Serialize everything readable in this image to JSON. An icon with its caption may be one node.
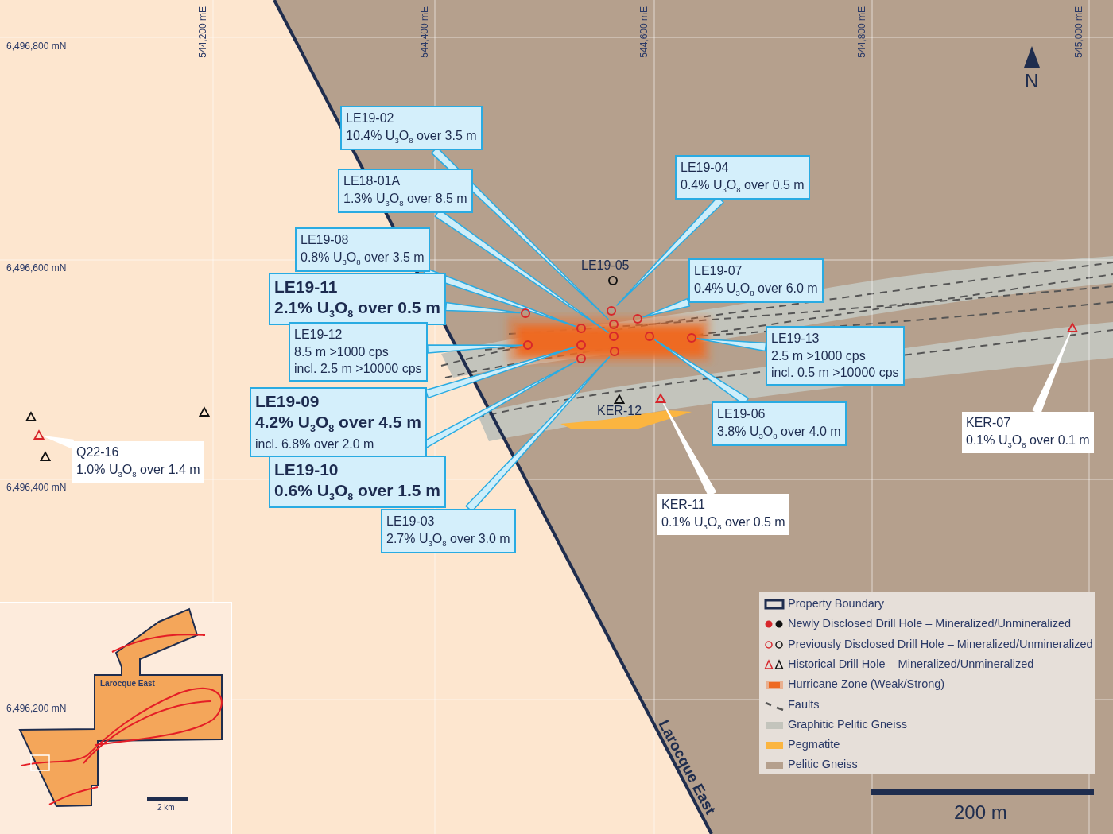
{
  "diagram": {
    "nodes": [
      {
        "text": [
          "LE19-02",
          "10.4% U$_{3}$O$_{8}$ over 3.5 m"
        ]
      },
      {
        "text": [
          "LE18-01A",
          "1.3% U$_{3}$O$_{8}$ over 8.5 m"
        ]
      },
      {
        "text": [
          "LE19-08",
          "0.8% U$_{3}$O$_{8}$ over 3.5 m"
        ]
      },
      {
        "text": [
          "LE19-11",
          "2.1% U$_{3}$O$_{8}$ over 0.5 m"
        ]
      },
      {
        "text": [
          "LE19-12",
          "8.5 m >1000 cps",
          "incl. 2.5 m >10000 cps"
        ]
      },
      {
        "text": [
          "LE19-09",
          "4.2% U$_{3}$O$_{8}$ over 4.5 m",
          "incl. 6.8% over 2.0 m"
        ]
      },
      {
        "text": [
          "LE19-10",
          "0.6% U$_{3}$O$_{8}$ over 1.5 m"
        ]
      },
      {
        "text": [
          "LE19-03",
          "2.7% U$_{3}$O$_{8}$ over 3.0 m"
        ]
      },
      {
        "text": [
          "LE19-04",
          "0.4% U$_{3}$O$_{8}$ over 0.5 m"
        ]
      },
      {
        "text": [
          "LE19-07",
          "0.4% U$_{3}$O$_{8}$ over 6.0 m"
        ]
      },
      {
        "text": [
          "LE19-13",
          "2.5 m >1000 cps",
          "incl. 0.5 m >10000 cps"
        ]
      },
      {
        "text": [
          "LE19-06",
          "3.8% U$_{3}$O$_{8}$ over 4.0 m"
        ]
      },
      {
        "text": [
          "KER-11",
          "0.1% U$_{3}$O$_{8}$ over 0.5 m"
        ]
      },
      {
        "text": [
          "KER-07",
          "0.1% U$_{3}$O$_{8}$ over 0.1 m"
        ]
      },
      {
        "text": [
          "Q22-16",
          "1.0% U$_{3}$O$_{8}$ over 1.4 m"
        ]
      },
      {
        "text": [],
        "shape": "circle"
      },
      {
        "text": [],
        "shape": "circle"
      },
      {
        "text": [],
        "shape": "circle"
      },
      {
        "text": [],
        "shape": "circle"
      },
      {
        "text": [],
        "shape": "circle"
      },
      {
        "text": [],
        "shape": "circle"
      },
      {
        "text": [],
        "shape": "circle"
      },
      {
        "text": [],
        "shape": "circle"
      },
      {
        "text": [],
        "shape": "circle"
      },
      {
        "text": [],
        "shape": "circle"
      },
      {
        "text": [],
        "shape": "circle"
      },
      {
        "text": [],
        "shape": "circle"
      },
      {
        "text": [],
        "shape": "circle",
        "beside": [
          "LE19-05"
        ]
      },
      {
        "text": [],
        "shape": "triangle"
      },
      {
        "text": [],
        "shape": "triangle"
      },
      {
        "text": [],
        "shape": "triangle"
      },
      {
        "text": [],
        "shape": "triangle"
      },
      {
        "text": [],
        "shape": "triangle",
        "beside": [
          "KER-12"
        ]
      },
      {
        "text": [],
        "shape": "triangle"
      },
      {
        "text": [],
        "shape": "triangle"
      }
    ],
    "edges": [
      {
        "from": 0,
        "to": 21,
        "arrow": "none"
      },
      {
        "from": 1,
        "to": 22,
        "arrow": "none"
      },
      {
        "from": 2,
        "to": 17,
        "arrow": "none"
      },
      {
        "from": 3,
        "to": 15,
        "arrow": "none"
      },
      {
        "from": 4,
        "to": 16,
        "arrow": "none"
      },
      {
        "from": 5,
        "to": 18,
        "arrow": "none"
      },
      {
        "from": 6,
        "to": 19,
        "arrow": "none"
      },
      {
        "from": 7,
        "to": 23,
        "arrow": "none"
      },
      {
        "from": 8,
        "to": 20,
        "arrow": "none"
      },
      {
        "from": 9,
        "to": 24,
        "arrow": "none"
      },
      {
        "from": 10,
        "to": 26,
        "arrow": "none"
      },
      {
        "from": 11,
        "to": 25,
        "arrow": "none"
      },
      {
        "from": 12,
        "to": 33,
        "arrow": "none",
        "color": "#ffffff"
      },
      {
        "from": 13,
        "to": 34,
        "arrow": "none",
        "color": "#ffffff"
      },
      {
        "from": 14,
        "to": 29,
        "arrow": "none",
        "color": "#ffffff"
      }
    ],
    "labels": [
      "544,200 mE",
      "544,400 mE",
      "544,600 mE",
      "544,800 mE",
      "545,000 mE",
      "N",
      "6,496,800 mN",
      "6,496,600 mN",
      "6,496,400 mN",
      "Larocque East",
      "6,496,200 mN",
      "Larocque East",
      "2 km",
      "200 m"
    ],
    "legend": [
      {
        "text": "Property Boundary"
      },
      {
        "text": "Newly Disclosed Drill Hole – Mineralized/Unmineralized"
      },
      {
        "text": "Previously Disclosed Drill Hole – Mineralized/Unmineralized"
      },
      {
        "text": "Historical Drill Hole – Mineralized/Unmineralized"
      },
      {
        "text": "Hurricane Zone (Weak/Strong)",
        "color": "#ee6a22"
      },
      {
        "text": "Faults"
      },
      {
        "text": "Graphitic Pelitic Gneiss",
        "color": "#c3c4bc"
      },
      {
        "text": "Pegmatite",
        "color": "#fbb540"
      },
      {
        "text": "Pelitic Gneiss",
        "color": "#b5a08d"
      }
    ]
  }
}
